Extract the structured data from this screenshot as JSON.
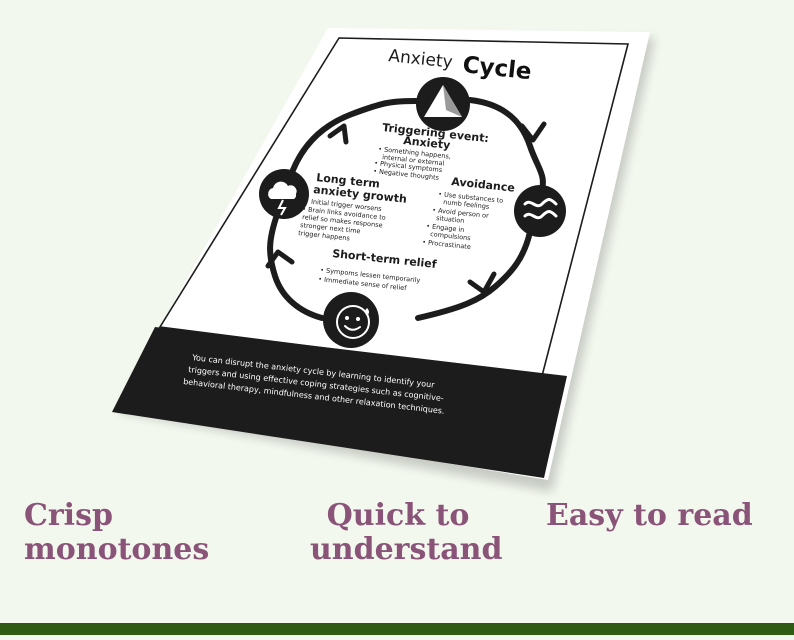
{
  "poster": {
    "title_part1": "Anxiety",
    "title_part2": "Cycle",
    "stages": {
      "trigger": {
        "title_line1": "Triggering event:",
        "title_line2": "Anxiety",
        "bullets": [
          "Something happens,",
          "internal or external",
          "Physical symptoms",
          "Negative thoughts"
        ]
      },
      "avoidance": {
        "title": "Avoidance",
        "bullets": [
          "Use substances to",
          "numb feelings",
          "Avoid person or",
          "situation",
          "Engage in",
          "compulsions",
          "Procrastinate"
        ]
      },
      "relief": {
        "title": "Short-term relief",
        "bullets": [
          "Sympoms lessen temporarily",
          "Immediate sense of relief"
        ]
      },
      "growth": {
        "title_line1": "Long term",
        "title_line2": "anxiety growth",
        "bullets": [
          "Initial trigger worsens",
          "Brain links avoidance to",
          "relief so makes response",
          "stronger next time",
          "trigger happens"
        ]
      }
    },
    "footer_lines": [
      "You can disrupt the anxiety cycle by learning to identify your",
      "triggers and using effective coping strategies such as cognitive-",
      "behavioral therapy, mindfulness and other relaxation techniques."
    ]
  },
  "captions": {
    "left_line1": "Crisp",
    "left_line2": "monotones",
    "middle_line1": "Quick to",
    "middle_line2": "understand",
    "right": "Easy to read"
  },
  "colors": {
    "background": "#f3f8ef",
    "caption": "#8a5479",
    "bottom_bar": "#2f5a12",
    "poster_dark": "#1c1c1c"
  },
  "icons": [
    "triangle-icon",
    "waves-icon",
    "smile-face-icon",
    "storm-cloud-icon"
  ]
}
